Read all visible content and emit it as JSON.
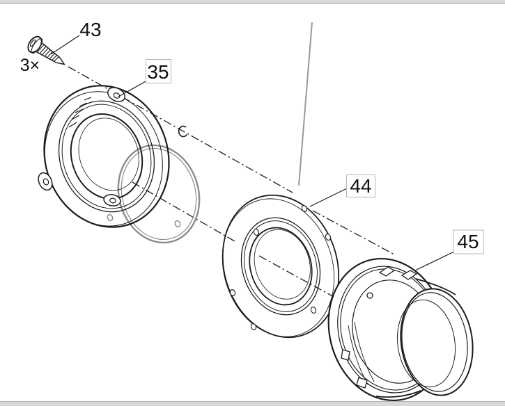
{
  "diagram": {
    "kind": "exploded-parts-drawing",
    "callouts": {
      "part43": {
        "label": "43",
        "boxed": false,
        "quantity": "3×"
      },
      "part35": {
        "label": "35",
        "boxed": true
      },
      "part44": {
        "label": "44",
        "boxed": true
      },
      "part45": {
        "label": "45",
        "boxed": true
      }
    },
    "parts_visible": [
      "screw-3x",
      "bayonet-mounting-ring",
      "o-ring-seal",
      "flat-flange-gasket",
      "housing-with-duct-collar"
    ],
    "colors": {
      "line_art": "#1c1c1c",
      "axis_centerline": "#2a2a2a",
      "gray_seal": "#8c8c8c",
      "vertical_reference_line": "#999999",
      "label_box_border": "#b4b4b4",
      "page_rule_band": "#d8d8d8",
      "page_rule_edge": "#b3b3b3"
    }
  }
}
